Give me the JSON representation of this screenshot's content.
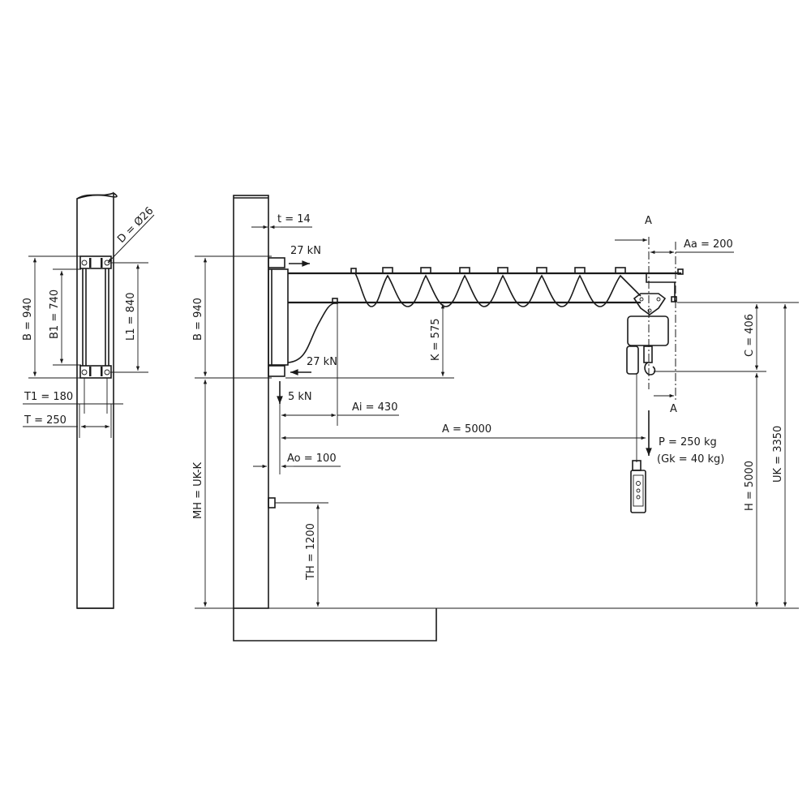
{
  "side_view": {
    "diameter": "D = Ø26",
    "B": "B = 940",
    "B1": "B1 = 740",
    "L1": "L1 = 840",
    "T1": "T1 = 180",
    "T": "T = 250"
  },
  "front_view": {
    "t": "t = 14",
    "force_top": "27 kN",
    "force_bottom": "27 kN",
    "force_down": "5 kN",
    "B": "B = 940",
    "K": "K = 575",
    "Ai": "Ai = 430",
    "A": "A = 5000",
    "Ao": "Ao = 100",
    "MH": "MH = UK-K",
    "TH": "TH = 1200",
    "section_top": "A",
    "section_bottom": "A",
    "Aa": "Aa = 200",
    "C": "C = 406",
    "P": "P = 250 kg",
    "Gk": "(Gk = 40 kg)",
    "H": "H = 5000",
    "UK": "UK = 3350"
  }
}
